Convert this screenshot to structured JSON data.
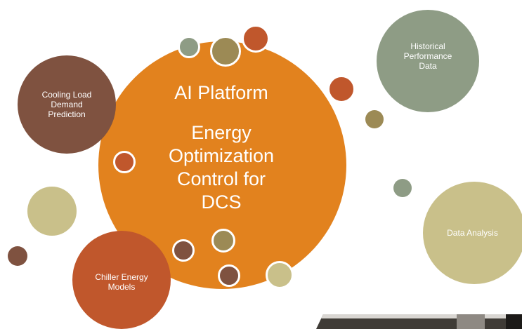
{
  "center": {
    "title": "AI Platform",
    "subtitle_lines": [
      "Energy",
      "Optimization",
      "Control for",
      "DCS"
    ],
    "color": "#e2821e"
  },
  "bubbles": {
    "cooling_load": {
      "lines": [
        "Cooling Load",
        "Demand",
        "Prediction"
      ],
      "color": "#7f5240"
    },
    "historical": {
      "lines": [
        "Historical",
        "Performance",
        "Data"
      ],
      "color": "#8e9c85"
    },
    "data_analysis": {
      "lines": [
        "Data Analysis"
      ],
      "color": "#c9c08a"
    },
    "chiller": {
      "lines": [
        "Chiller Energy",
        "Models"
      ],
      "color": "#c0572c"
    }
  },
  "palette": {
    "orange": "#e2821e",
    "rust": "#c0572c",
    "brown": "#7f5240",
    "olive": "#9c8a55",
    "sage": "#8e9c85",
    "khaki": "#c9c08a",
    "white": "#ffffff"
  }
}
